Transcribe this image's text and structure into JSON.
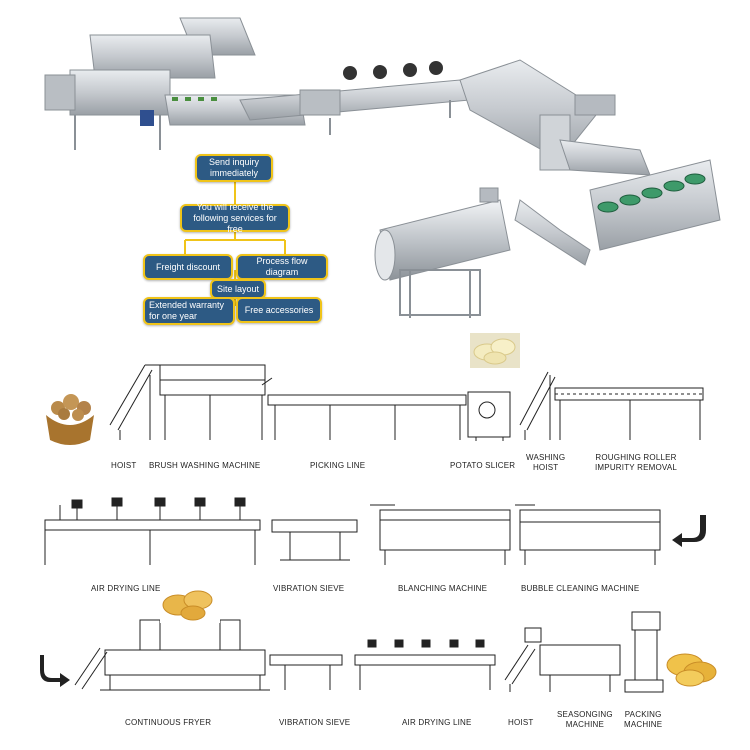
{
  "services": {
    "inquiry": "Send inquiry\nimmediately",
    "receive": "You will receive the\nfollowing services for free",
    "freight": "Freight discount",
    "process": "Process flow diagram",
    "site": "Site layout",
    "warranty": "Extended warranty\nfor one year",
    "accessories": "Free accessories"
  },
  "stages": {
    "row1": {
      "hoist": "HOIST",
      "brush": "BRUSH WASHING MACHINE",
      "picking": "PICKING LINE",
      "slicer": "POTATO SLICER",
      "washing_hoist": "WASHING\nHOIST",
      "roughing": "ROUGHING ROLLER\nIMPURITY REMOVAL"
    },
    "row2": {
      "air_drying": "AIR DRYING LINE",
      "vibration": "VIBRATION SIEVE",
      "blanching": "BLANCHING MACHINE",
      "bubble": "BUBBLE CLEANING MACHINE"
    },
    "row3": {
      "fryer": "CONTINUOUS FRYER",
      "vibration": "VIBRATION SIEVE",
      "air_drying": "AIR DRYING LINE",
      "hoist": "HOIST",
      "seasoning": "SEASONGING\nMACHINE",
      "packing": "PACKING\nMACHINE"
    }
  },
  "colors": {
    "box_fill": "#2d5a84",
    "box_border": "#f0c419",
    "connector": "#f0c419",
    "steel": "#c9cdd1",
    "steel_dark": "#8a9096",
    "line_art": "#222222",
    "chip": "#e6b84c"
  }
}
